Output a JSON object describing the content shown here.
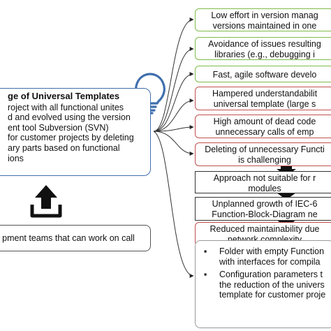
{
  "main_box": {
    "title": "ge of Universal Templates",
    "lines": [
      "roject with all functional unites",
      "d and evolved using the version",
      "ent tool Subversion (SVN)",
      "for customer projects by deleting",
      "ary parts based on functional",
      "ions"
    ]
  },
  "team_box": {
    "text": "pment teams that can work on call"
  },
  "right_boxes": [
    {
      "style": "green",
      "lines": [
        "Low effort in version manag",
        "versions maintained in one"
      ]
    },
    {
      "style": "green",
      "lines": [
        "Avoidance of issues resulting",
        "libraries (e.g., debugging i"
      ]
    },
    {
      "style": "green",
      "lines": [
        "Fast, agile software develo"
      ]
    },
    {
      "style": "red",
      "lines": [
        "Hampered understandabilit",
        "universal template (large s"
      ]
    },
    {
      "style": "red",
      "lines": [
        "High amount of dead code",
        "unnecessary calls of emp"
      ]
    },
    {
      "style": "red",
      "lines": [
        "Deleting of unnecessary Functi",
        "is challenging"
      ]
    },
    {
      "style": "black",
      "lines": [
        "Approach not suitable for r",
        "modules"
      ]
    },
    {
      "style": "black",
      "lines": [
        "Unplanned growth of IEC-6",
        "Function-Block-Diagram ne"
      ]
    },
    {
      "style": "red",
      "lines": [
        "Reduced maintainability due",
        "network complexity"
      ]
    }
  ],
  "bullet_box": {
    "items": [
      [
        "Folder with empty Function",
        "with interfaces for compila"
      ],
      [
        "Configuration parameters t",
        "the reduction of the univers",
        "template for customer proje"
      ]
    ]
  },
  "colors": {
    "main_border": "#3f6fae",
    "positive_border": "#7dbb47",
    "negative_border": "#c0504d",
    "lightbulb": "#3f6fae"
  },
  "icons": [
    "lightbulb-icon",
    "upload-icon",
    "down-arrow-icon"
  ]
}
